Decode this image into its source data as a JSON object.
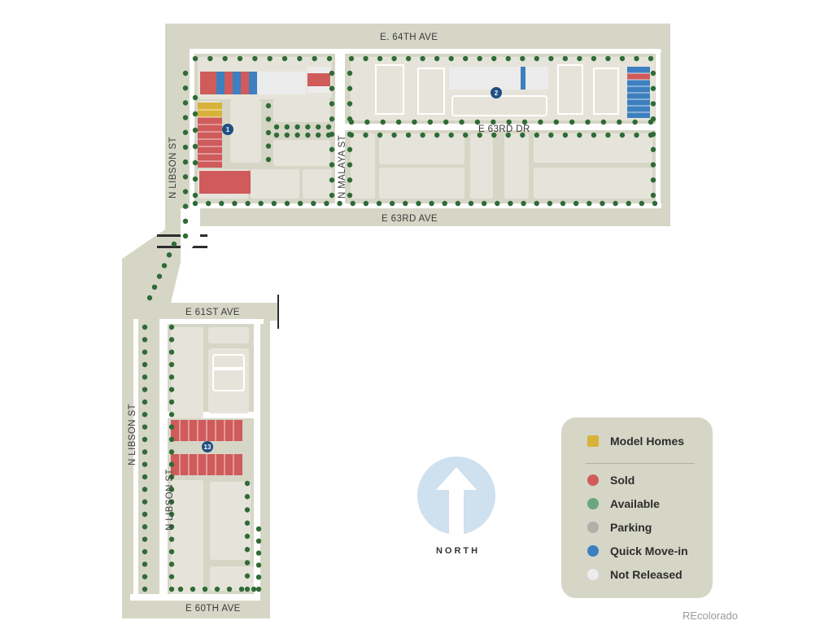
{
  "streets": {
    "e64th": "E. 64TH AVE",
    "e63rd_dr": "E 63RD DR",
    "e63rd_ave": "E 63RD AVE",
    "n_libson_north": "N LIBSON ST",
    "n_malaya": "N MALAYA ST",
    "e61st": "E 61ST AVE",
    "n_libson_west": "N LIBSON ST",
    "n_libson_south": "N LIBSON ST",
    "e60th": "E 60TH AVE"
  },
  "phases": [
    "1",
    "2",
    "13"
  ],
  "north_label": "NORTH",
  "legend": {
    "items": [
      {
        "label": "Model Homes",
        "color": "#d8b23a",
        "shape": "square"
      },
      {
        "label": "Sold",
        "color": "#cf5b5b",
        "shape": "circle"
      },
      {
        "label": "Available",
        "color": "#6aa67c",
        "shape": "circle"
      },
      {
        "label": "Parking",
        "color": "#b0b0a8",
        "shape": "circle"
      },
      {
        "label": "Quick Move-in",
        "color": "#3e7fbf",
        "shape": "circle"
      },
      {
        "label": "Not Released",
        "color": "#ececec",
        "shape": "circle"
      }
    ]
  },
  "watermark": "REcolorado",
  "colors": {
    "ground": "#d6d6c7",
    "block": "#e6e4da",
    "street": "#ffffff",
    "tree": "#2f6b36",
    "sold": "#cf5b5b",
    "quick_move_in": "#3e7fbf",
    "model": "#d8b23a",
    "not_released": "#ececec",
    "phase_marker": "#1f4f82",
    "north_arrow": "#cfe0ee"
  }
}
